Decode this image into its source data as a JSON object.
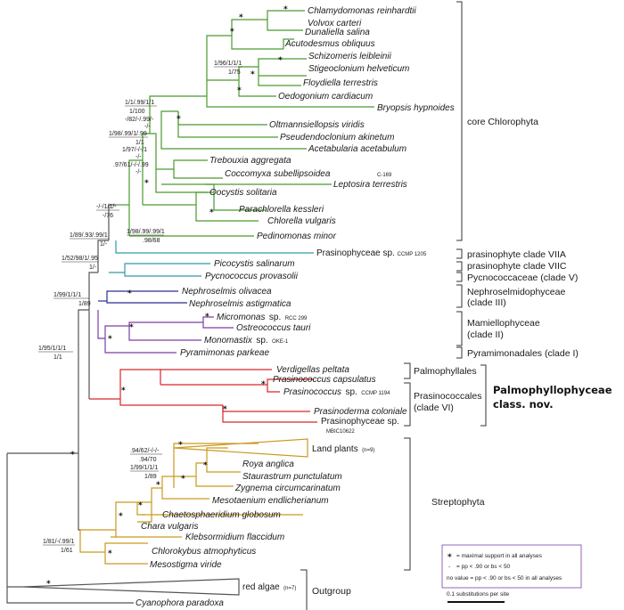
{
  "taxa": {
    "chlamydomonas": "Chlamydomonas reinhardtii",
    "volvox": "Volvox carteri",
    "dunaliella": "Dunaliella salina",
    "acutodesmus": "Acutodesmus obliquus",
    "schizomeris": "Schizomeris leibleinii",
    "stigeoclonium": "Stigeoclonium helveticum",
    "floydiella": "Floydiella terrestris",
    "oedogonium": "Oedogonium cardiacum",
    "bryopsis": "Bryopsis hypnoides",
    "oltmannsiellopsis": "Oltmannsiellopsis viridis",
    "pseudendoclonium": "Pseudendoclonium akinetum",
    "acetabularia": "Acetabularia acetabulum",
    "trebouxia": "Trebouxia aggregata",
    "coccomyxa": "Coccomyxa subellipsoidea",
    "coccomyxa_strain": "C-169",
    "leptosira": "Leptosira terrestris",
    "oocystis": "Oocystis solitaria",
    "parachlorella": "Parachlorella kessleri",
    "chlorella": "Chlorella vulgaris",
    "pedinomonas": "Pedinomonas minor",
    "prasinophyceae_ccmp1205": "Prasinophyceae sp.",
    "prasinophyceae_ccmp1205_strain": "CCMP 1205",
    "picocystis": "Picocystis salinarum",
    "pycnococcus": "Pycnococcus provasolii",
    "nephroselmis_olivacea": "Nephroselmis olivacea",
    "nephroselmis_astigmatica": "Nephroselmis astigmatica",
    "micromonas": "Micromonas",
    "micromonas_sp": "sp.",
    "micromonas_strain": "RCC 299",
    "ostreococcus": "Ostreococcus tauri",
    "monomastix": "Monomastix",
    "monomastix_sp": "sp.",
    "monomastix_strain": "OKE-1",
    "pyramimonas": "Pyramimonas parkeae",
    "verdigellas": "Verdigellas peltata",
    "prasinococcus_capsulatus": "Prasinococcus capsulatus",
    "prasinococcus_sp": "Prasinococcus",
    "prasinococcus_sp2": "sp.",
    "prasinococcus_strain": "CCMP 1194",
    "prasinoderma": "Prasinoderma coloniale",
    "prasinophyceae_mbic": "Prasinophyceae sp.",
    "prasinophyceae_mbic_strain": "MBIC10622",
    "land_plants": "Land plants",
    "land_plants_n": "(n=9)",
    "roya": "Roya anglica",
    "staurastrum": "Staurastrum punctulatum",
    "zygnema": "Zygnema circumcarinatum",
    "mesotaenium": "Mesotaenium endlicherianum",
    "chaetosphaeridium": "Chaetosphaeridium globosum",
    "chara": "Chara vulgaris",
    "klebsormidium": "Klebsormidium flaccidum",
    "chlorokybus": "Chlorokybus atmophyticus",
    "mesostigma": "Mesostigma viride",
    "red_algae": "red algae",
    "red_algae_n": "(n=7)",
    "cyanophora": "Cyanophora paradoxa"
  },
  "clades": {
    "core_chlorophyta": "core Chlorophyta",
    "clade_viia": "prasinophyte clade VIIA",
    "clade_viic": "prasinophyte clade VIIC",
    "pycnococcaceae": "Pycnococcaceae (clade V)",
    "nephroselmido_1": "Nephroselmidophyceae",
    "nephroselmido_2": "(clade III)",
    "mamiello_1": "Mamiellophyceae",
    "mamiello_2": "(clade II)",
    "pyramimonadales": "Pyramimonadales (clade I)",
    "palmophyllales": "Palmophyllales",
    "prasinococcales_1": "Prasinococcales",
    "prasinococcales_2": "(clade VI)",
    "palmophyllophyceae_1": "Palmophyllophyceae",
    "palmophyllophyceae_2": "class. nov.",
    "streptophyta": "Streptophyta",
    "outgroup": "Outgroup"
  },
  "support": {
    "s1_top": "1/1/.99/1/1",
    "s1_bot": "1/100",
    "s2": "-/82/-/.99/-",
    "s2b": "-/-",
    "s3_top": "1/98/.99/1/.99",
    "s3_bot": "1/1",
    "s4": "1/97/-/-/1",
    "s4b": "-/-",
    "s5": ".97/61/-/-/.99",
    "s5b": "-/-",
    "s6_top": "1/96/1/1/1",
    "s6_bot": "1/75",
    "s7_top": "1/98/.99/.99/1",
    "s7_bot": ".98/68",
    "s8_top": "-/-/1/1/-",
    "s8_bot": "-/76",
    "s9_top": "1/89/.93/.99/1",
    "s9_bot": "1/-",
    "s10_top": "1/52/98/1/.95",
    "s10_bot": "1/-",
    "s11_top": "1/99/1/1/1",
    "s11_bot": "1/89",
    "s12_top": "1/95/1/1/1",
    "s12_bot": "1/1",
    "s13_top": ".94/62/-/-/-",
    "s13_bot": ".94/70",
    "s14_top": "1/99/1/1/1",
    "s14_bot": "1/89",
    "s15_top": "1/81/-/.99/1",
    "s15_bot": "1/61",
    "star": "*"
  },
  "legend": {
    "star_label": "= maximal support in all analyses",
    "dash_label": "= pp < .90 or bs < 50",
    "dash_symbol": "-",
    "novalue_label": "no value = pp < .90 or bs < 50 in all analyses"
  },
  "scale": {
    "label": "0.1 substitutions per site",
    "value": 0.1
  },
  "colors": {
    "core_chlorophyta": "#4a9a2e",
    "clade_vii": "#2f9aa8",
    "nephroselmido": "#2a2f8f",
    "mamiello": "#7a3fa3",
    "palmophyllophyceae": "#d8262c",
    "streptophyta": "#c99a1e",
    "outgroup": "#555555"
  }
}
